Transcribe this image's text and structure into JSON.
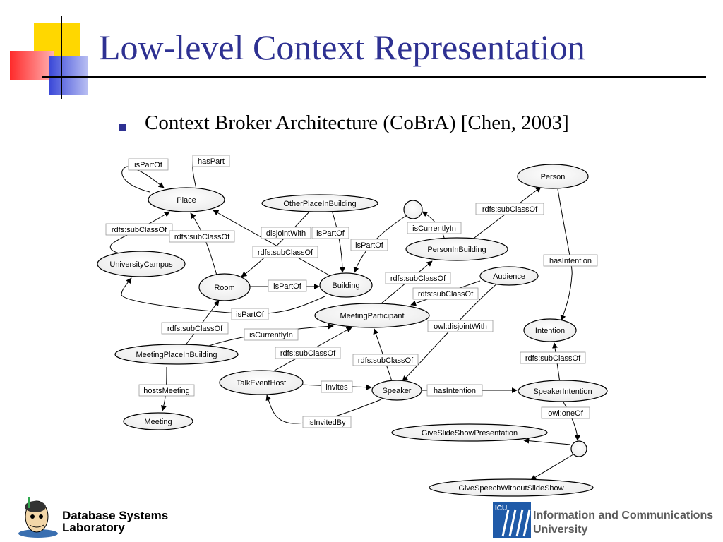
{
  "slide": {
    "title": "Low-level Context Representation",
    "bullet": "Context Broker Architecture (CoBrA) [Chen, 2003]"
  },
  "diagram": {
    "nodes": {
      "place": "Place",
      "other_place_in_building": "OtherPlaceInBuilding",
      "person": "Person",
      "university_campus": "UniversityCampus",
      "person_in_building": "PersonInBuilding",
      "room": "Room",
      "building": "Building",
      "audience": "Audience",
      "meeting_participant": "MeetingParticipant",
      "intention": "Intention",
      "meeting_place_in_building": "MeetingPlaceInBuilding",
      "talk_event_host": "TalkEventHost",
      "speaker": "Speaker",
      "speaker_intention": "SpeakerIntention",
      "meeting": "Meeting",
      "give_slideshow": "GiveSlideShowPresentation",
      "give_speech": "GiveSpeechWithoutSlideShow"
    },
    "edges": {
      "is_part_of_place_loop": "isPartOf",
      "has_part": "hasPart",
      "subclass_campus_place": "rdfs:subClassOf",
      "subclass_room_place": "rdfs:subClassOf",
      "disjoint_with": "disjointWith",
      "is_part_of_other_building": "isPartOf",
      "subclass_other_place": "rdfs:subClassOf",
      "is_part_of_blank_building": "isPartOf",
      "is_currently_in_blank": "isCurrentlyIn",
      "subclass_pib_person": "rdfs:subClassOf",
      "subclass_mp_pib": "rdfs:subClassOf",
      "subclass_mp_audience": "rdfs:subClassOf",
      "has_intention_person": "hasIntention",
      "is_part_of_room_building": "isPartOf",
      "is_part_of_room_campus": "isPartOf",
      "subclass_mpib_room": "rdfs:subClassOf",
      "is_currently_in_mp": "isCurrentlyIn",
      "owl_disjoint_with": "owl:disjointWith",
      "subclass_teh_mp": "rdfs:subClassOf",
      "subclass_speaker_mp": "rdfs:subClassOf",
      "subclass_si_intention": "rdfs:subClassOf",
      "hosts_meeting": "hostsMeeting",
      "invites": "invites",
      "has_intention_speaker": "hasIntention",
      "is_invited_by": "isInvitedBy",
      "owl_one_of": "owl:oneOf"
    }
  },
  "footer": {
    "lab_line1": "Database Systems",
    "lab_line2": "Laboratory",
    "university_abbr": "ICU",
    "university_line1": "Information and Communications",
    "university_line2": "University"
  },
  "colors": {
    "title": "#2e3192",
    "deco_yellow": "#ffd700",
    "deco_red": "#ff3b3b",
    "deco_blue": "#3b49d8",
    "logo_blue": "#1f5aa8"
  }
}
